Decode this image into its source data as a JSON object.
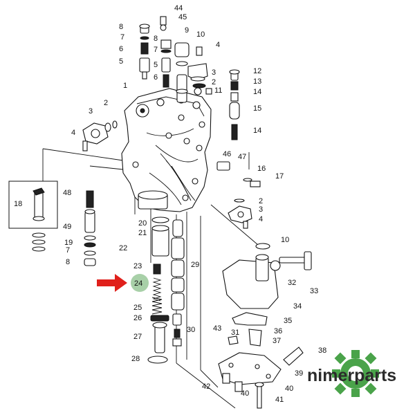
{
  "brand": {
    "name": "nimerparts",
    "logo_color": "#4aa34a",
    "highlight_color": "#a8d0a8",
    "arrow_color": "#e0201b"
  },
  "highlight": {
    "label": "24"
  },
  "labels": [
    "44",
    "45",
    "8",
    "7",
    "6",
    "5",
    "8",
    "7",
    "9",
    "10",
    "4",
    "6",
    "5",
    "1",
    "3",
    "2",
    "4",
    "12",
    "13",
    "14",
    "15",
    "14",
    "3",
    "2",
    "11",
    "46",
    "47",
    "16",
    "17",
    "2",
    "3",
    "4",
    "10",
    "18",
    "48",
    "49",
    "19",
    "7",
    "8",
    "20",
    "21",
    "22",
    "23",
    "29",
    "25",
    "26",
    "27",
    "28",
    "30",
    "31",
    "32",
    "33",
    "34",
    "35",
    "36",
    "37",
    "38",
    "39",
    "40",
    "41",
    "42",
    "43",
    "40"
  ]
}
